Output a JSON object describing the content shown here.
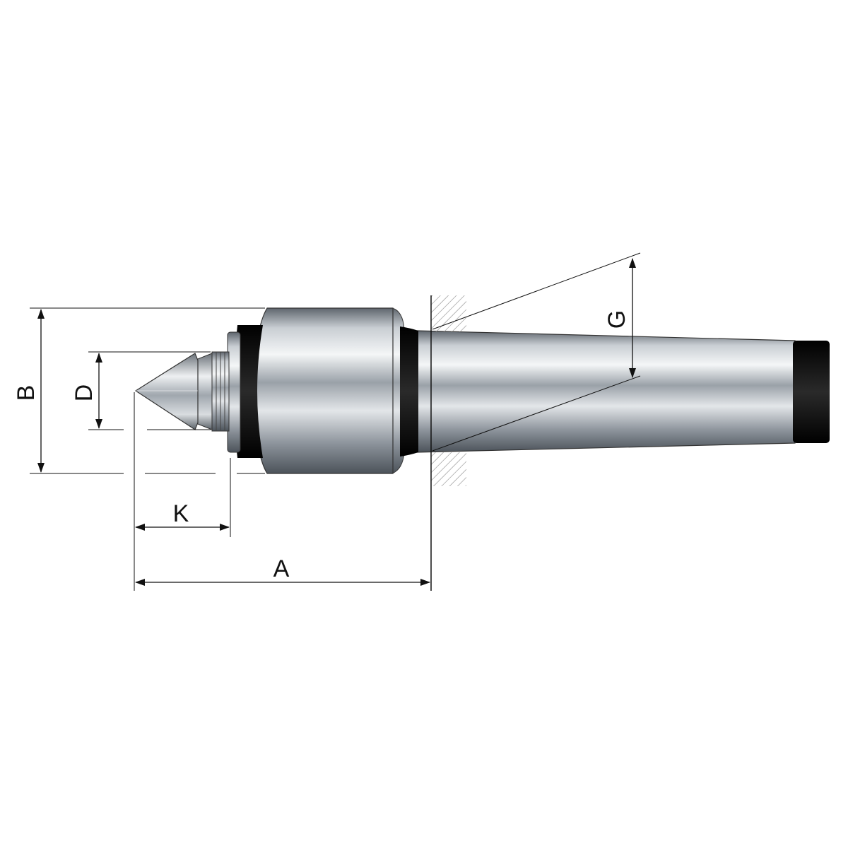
{
  "drawing": {
    "labels": {
      "A": "A",
      "B": "B",
      "D": "D",
      "G": "G",
      "K": "K"
    }
  },
  "colors": {
    "line": "#111111",
    "steel_light": "#e9ecef",
    "steel_mid": "#a7aeb6",
    "steel_dark": "#5e656d",
    "black_ring": "#0d0d0d",
    "hatch": "#777777"
  }
}
